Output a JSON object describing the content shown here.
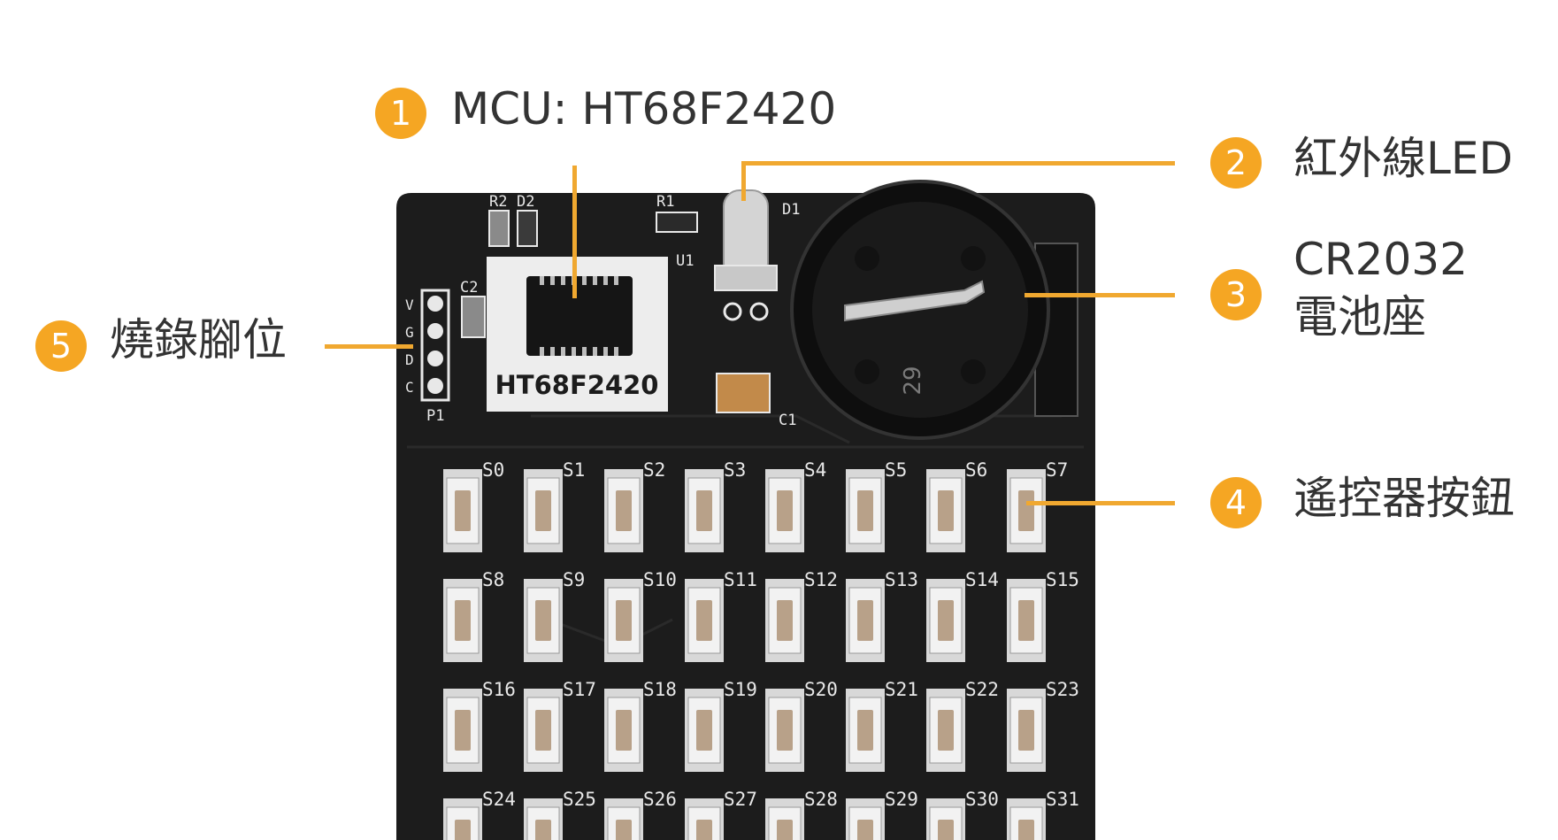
{
  "colors": {
    "accent": "#f5a623",
    "board": "#1c1c1c",
    "silkscreen": "#e8e8e8",
    "text": "#333333"
  },
  "callouts": [
    {
      "number": "1",
      "label": "MCU: HT68F2420"
    },
    {
      "number": "2",
      "label": "紅外線LED"
    },
    {
      "number": "3",
      "label_line1": "CR2032",
      "label_line2": "電池座"
    },
    {
      "number": "4",
      "label": "遙控器按鈕"
    },
    {
      "number": "5",
      "label": "燒錄腳位"
    }
  ],
  "board": {
    "chip_marking": "HT68F2420",
    "designators": {
      "r2": "R2",
      "d2": "D2",
      "r1": "R1",
      "d1": "D1",
      "u1": "U1",
      "c2": "C2",
      "c1": "C1",
      "p1": "P1",
      "battery": "29"
    },
    "header_pins": [
      "V",
      "G",
      "D",
      "C"
    ],
    "buttons": [
      "S0",
      "S1",
      "S2",
      "S3",
      "S4",
      "S5",
      "S6",
      "S7",
      "S8",
      "S9",
      "S10",
      "S11",
      "S12",
      "S13",
      "S14",
      "S15",
      "S16",
      "S17",
      "S18",
      "S19",
      "S20",
      "S21",
      "S22",
      "S23",
      "S24",
      "S25",
      "S26",
      "S27",
      "S28",
      "S29",
      "S30",
      "S31"
    ]
  }
}
